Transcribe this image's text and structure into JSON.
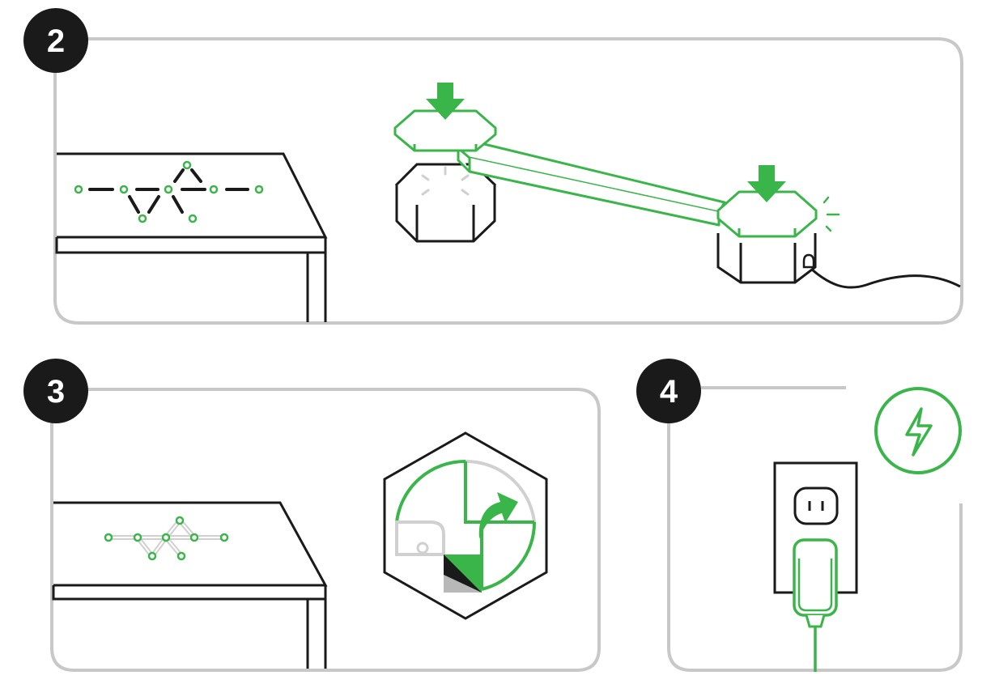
{
  "colors": {
    "accent": "#3ab54a",
    "panel_border": "#c8c8c8",
    "line": "#1a1a1a",
    "light_gray": "#d0d0d0"
  },
  "steps": [
    {
      "number": "2",
      "name": "connect-light-panels"
    },
    {
      "number": "3",
      "name": "mount-panels-on-wall"
    },
    {
      "number": "4",
      "name": "plug-in-power"
    }
  ],
  "icons": {
    "press_arrow": "arrow-down-icon",
    "rotate_arrow": "rotate-arrow-icon",
    "power": "lightning-bolt-icon",
    "outlet": "power-outlet-icon",
    "plug": "power-plug-icon"
  }
}
